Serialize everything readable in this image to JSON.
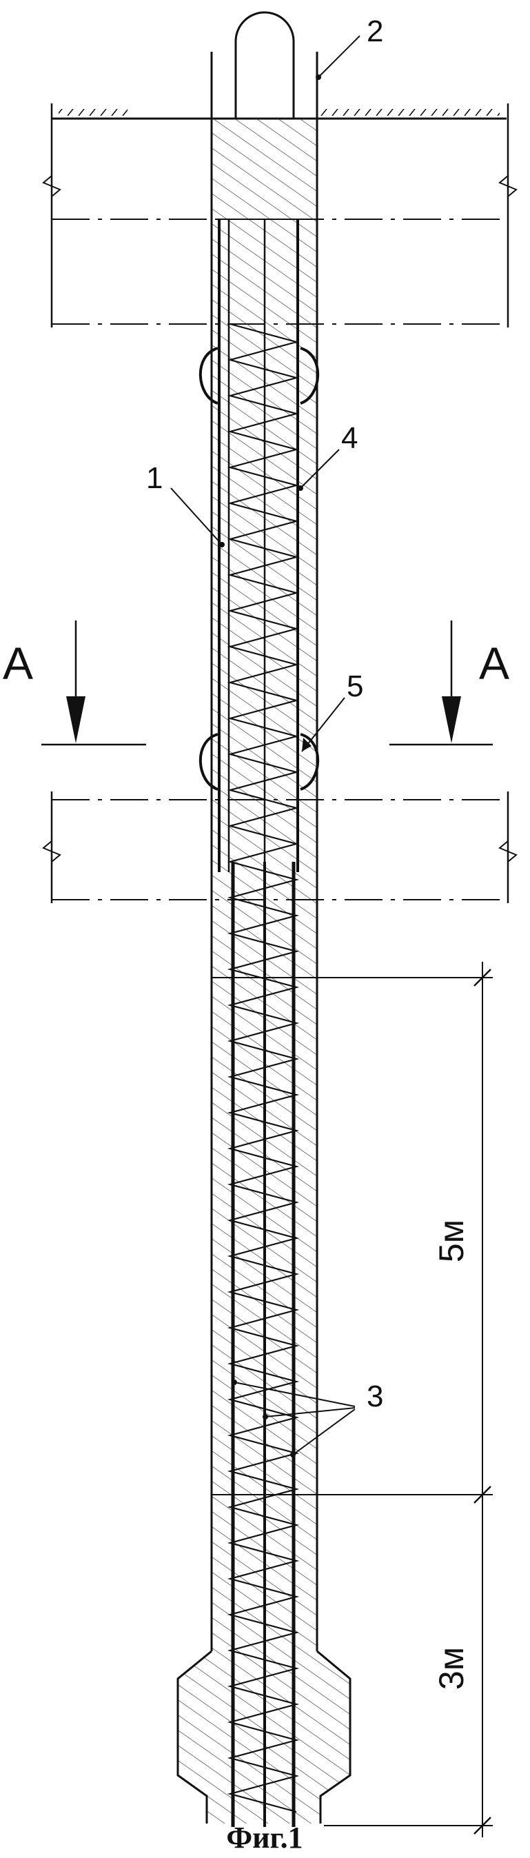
{
  "labels": {
    "pile": "1",
    "rod": "2",
    "cage_bars": "3",
    "spiral": "4",
    "bulb": "5"
  },
  "section": {
    "left": "A",
    "right": "A"
  },
  "dimensions": {
    "upper": "5м",
    "lower": "3м"
  },
  "caption": "Фиг.1",
  "colors": {
    "ink": "#111111",
    "paper": "#ffffff"
  }
}
